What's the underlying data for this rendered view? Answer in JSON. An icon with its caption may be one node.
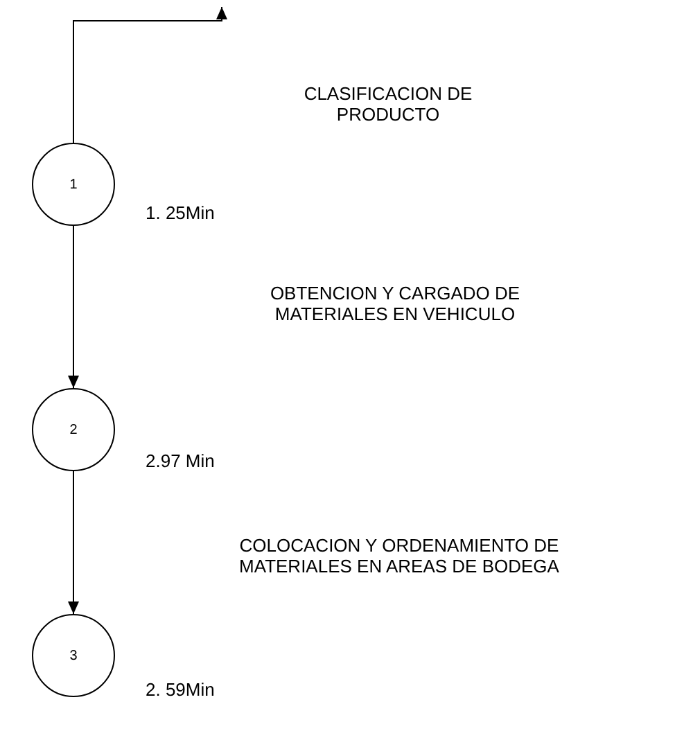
{
  "diagram": {
    "nodes": [
      {
        "text": [
          "1"
        ],
        "beside": [
          "1. 25Min"
        ]
      },
      {
        "text": [
          "2"
        ],
        "beside": [
          "2.97 Min"
        ]
      },
      {
        "text": [
          "3"
        ],
        "beside": [
          "2. 59Min"
        ]
      }
    ],
    "edges": [
      {
        "from": 0,
        "to": null,
        "arrow": "to"
      },
      {
        "from": 0,
        "to": 1,
        "arrow": "to"
      },
      {
        "from": 1,
        "to": 2,
        "arrow": "to"
      }
    ],
    "labels": [
      "CLASIFICACION DE PRODUCTO",
      "OBTENCION Y CARGADO DE MATERIALES EN VEHICULO",
      "COLOCACION Y ORDENAMIENTO DE MATERIALES EN AREAS DE BODEGA"
    ]
  }
}
